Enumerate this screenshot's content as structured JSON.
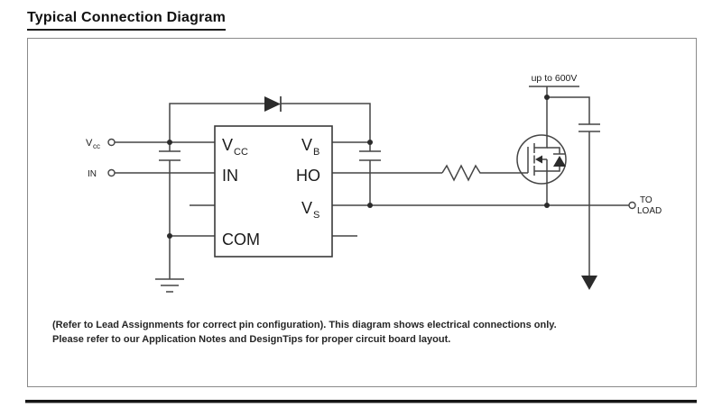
{
  "header": {
    "title": "Typical Connection Diagram"
  },
  "schematic": {
    "ic": {
      "pins": {
        "vcc": {
          "main": "V",
          "sub": "CC"
        },
        "in": "IN",
        "com": "COM",
        "vb": {
          "main": "V",
          "sub": "B"
        },
        "ho": "HO",
        "vs": {
          "main": "V",
          "sub": "S"
        }
      }
    },
    "labels": {
      "vcc_terminal": {
        "main": "V",
        "sub": "cc"
      },
      "in_terminal": "IN",
      "hv_supply": "up to 600V",
      "to_load": {
        "line1": "TO",
        "line2": "LOAD"
      }
    },
    "footnote": {
      "line1": "(Refer to Lead Assignments for correct pin configuration). This diagram shows electrical connections only.",
      "line2": "Please refer to our Application Notes and DesignTips for proper circuit board layout."
    }
  }
}
